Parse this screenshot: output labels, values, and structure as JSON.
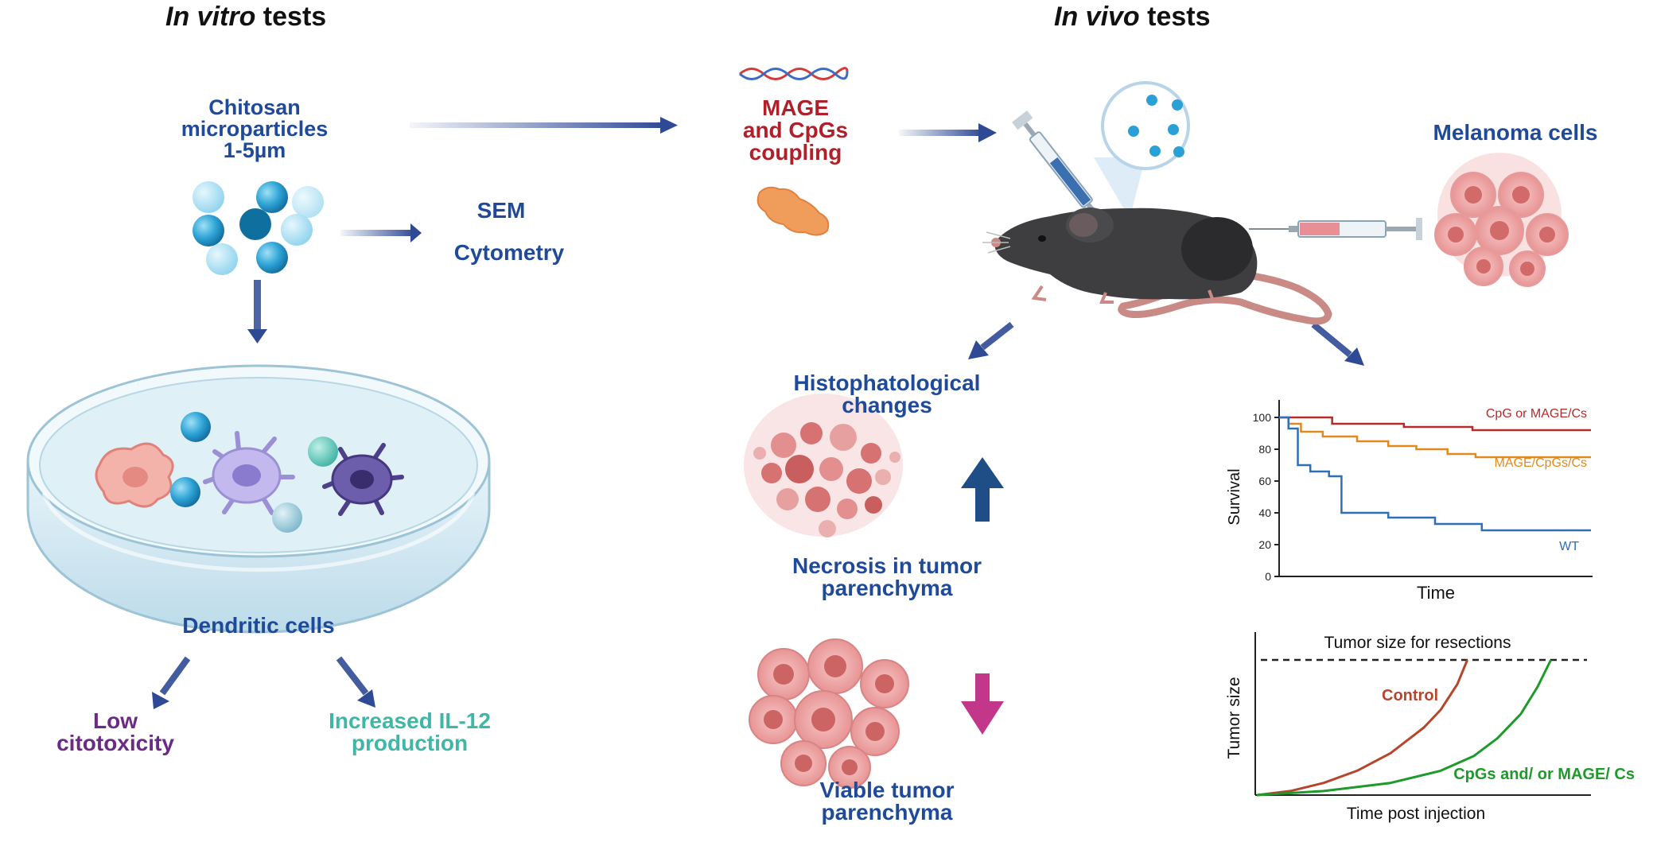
{
  "headings": {
    "in_vitro_italic": "In vitro",
    "in_vitro_rest": "tests",
    "in_vivo_italic": "In vivo",
    "in_vivo_rest": "tests"
  },
  "labels": {
    "chitosan_line1": "Chitosan",
    "chitosan_line2": "microparticles",
    "chitosan_line3": "1-5µm",
    "sem": "SEM",
    "cytometry": "Cytometry",
    "dendritic": "Dendritic cells",
    "low_line1": "Low",
    "low_line2": "citotoxicity",
    "il12_line1": "Increased IL-12",
    "il12_line2": "production",
    "mage_line1": "MAGE",
    "mage_line2": "and CpGs",
    "mage_line3": "coupling",
    "melanoma": "Melanoma cells",
    "histo_line1": "Histophatological",
    "histo_line2": "changes",
    "necrosis_line1": "Necrosis in tumor",
    "necrosis_line2": "parenchyma",
    "viable_line1": "Viable tumor",
    "viable_line2": "parenchyma"
  },
  "colors": {
    "label_blue": "#1f4a9a",
    "label_red": "#b0202a",
    "label_purple": "#6b2a86",
    "label_teal": "#3fb6a6",
    "arrow_navy": "#2f4a95",
    "up_arrow": "#1f4d86",
    "down_arrow": "#c2378a"
  },
  "chart_data": [
    {
      "type": "line",
      "title": "",
      "xlabel": "Time",
      "ylabel": "Survival",
      "y_ticks": [
        "0",
        "20",
        "40",
        "60",
        "80",
        "100"
      ],
      "ylim": [
        0,
        100
      ],
      "x_range": [
        0,
        10
      ],
      "grid": false,
      "step": true,
      "series": [
        {
          "name": "CpG or MAGE/Cs",
          "color": "#b42b28",
          "x": [
            0,
            0.4,
            1.7,
            1.7,
            4.0,
            4.0,
            6.2,
            6.2,
            10
          ],
          "y": [
            100,
            100,
            100,
            96,
            96,
            94,
            94,
            92,
            92
          ]
        },
        {
          "name": "MAGE/CpGs/Cs",
          "color": "#e08a1e",
          "x": [
            0,
            0.3,
            0.3,
            0.7,
            0.7,
            1.4,
            1.4,
            2.5,
            2.5,
            3.5,
            3.5,
            4.4,
            4.4,
            5.4,
            5.4,
            6.3,
            6.3,
            10
          ],
          "y": [
            100,
            100,
            96,
            96,
            91,
            91,
            88,
            88,
            85,
            85,
            82,
            82,
            80,
            80,
            77,
            77,
            75,
            75
          ]
        },
        {
          "name": "WT",
          "color": "#2f6fb5",
          "x": [
            0,
            0.3,
            0.3,
            0.6,
            0.6,
            1.0,
            1.0,
            1.6,
            1.6,
            2.0,
            2.0,
            3.5,
            3.5,
            5.0,
            5.0,
            6.5,
            6.5,
            10
          ],
          "y": [
            100,
            100,
            93,
            93,
            70,
            70,
            66,
            66,
            63,
            63,
            40,
            40,
            37,
            37,
            33,
            33,
            29,
            29
          ]
        }
      ]
    },
    {
      "type": "line",
      "title": "Tumor size for resections",
      "xlabel": "Time post injection",
      "ylabel": "Tumor size",
      "ylim": [
        0,
        100
      ],
      "x_range": [
        0,
        100
      ],
      "grid": false,
      "threshold": 100,
      "series": [
        {
          "name": "Control",
          "color": "#b5462d",
          "x": [
            0,
            10,
            20,
            30,
            40,
            50,
            55,
            60,
            63
          ],
          "y": [
            0,
            3,
            9,
            18,
            31,
            50,
            63,
            82,
            100
          ]
        },
        {
          "name": "CpGs and/ or MAGE/ Cs",
          "color": "#1e9a2a",
          "x": [
            0,
            20,
            40,
            55,
            65,
            72,
            79,
            84,
            88
          ],
          "y": [
            0,
            3,
            9,
            18,
            29,
            42,
            60,
            80,
            100
          ]
        }
      ]
    }
  ]
}
